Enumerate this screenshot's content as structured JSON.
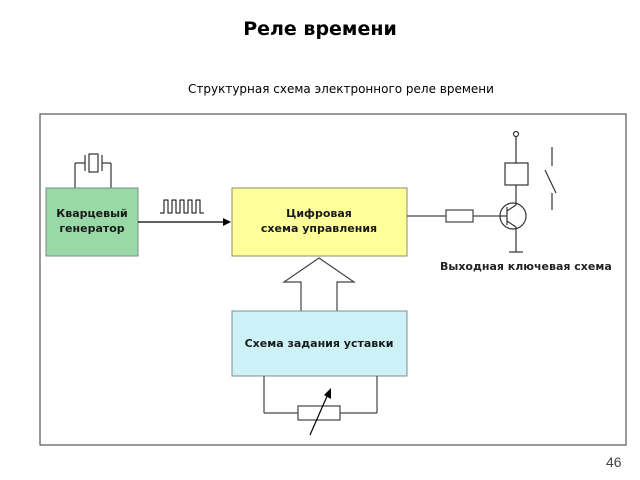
{
  "slide": {
    "title": "Реле времени",
    "subtitle": "Структурная схема электронного реле времени",
    "page_number": "46"
  },
  "blocks": {
    "quartz_generator": {
      "line1": "Кварцевый",
      "line2": "генератор"
    },
    "digital_control": {
      "line1": "Цифровая",
      "line2": "схема управления"
    },
    "setpoint": {
      "label": "Схема задания уставки"
    }
  },
  "output_stage": {
    "label": "Выходная ключевая схема"
  },
  "colors": {
    "generator_fill": "#99d9a8",
    "control_fill": "#ffff99",
    "setpoint_fill": "#ccf2f7",
    "frame": "#555555"
  }
}
